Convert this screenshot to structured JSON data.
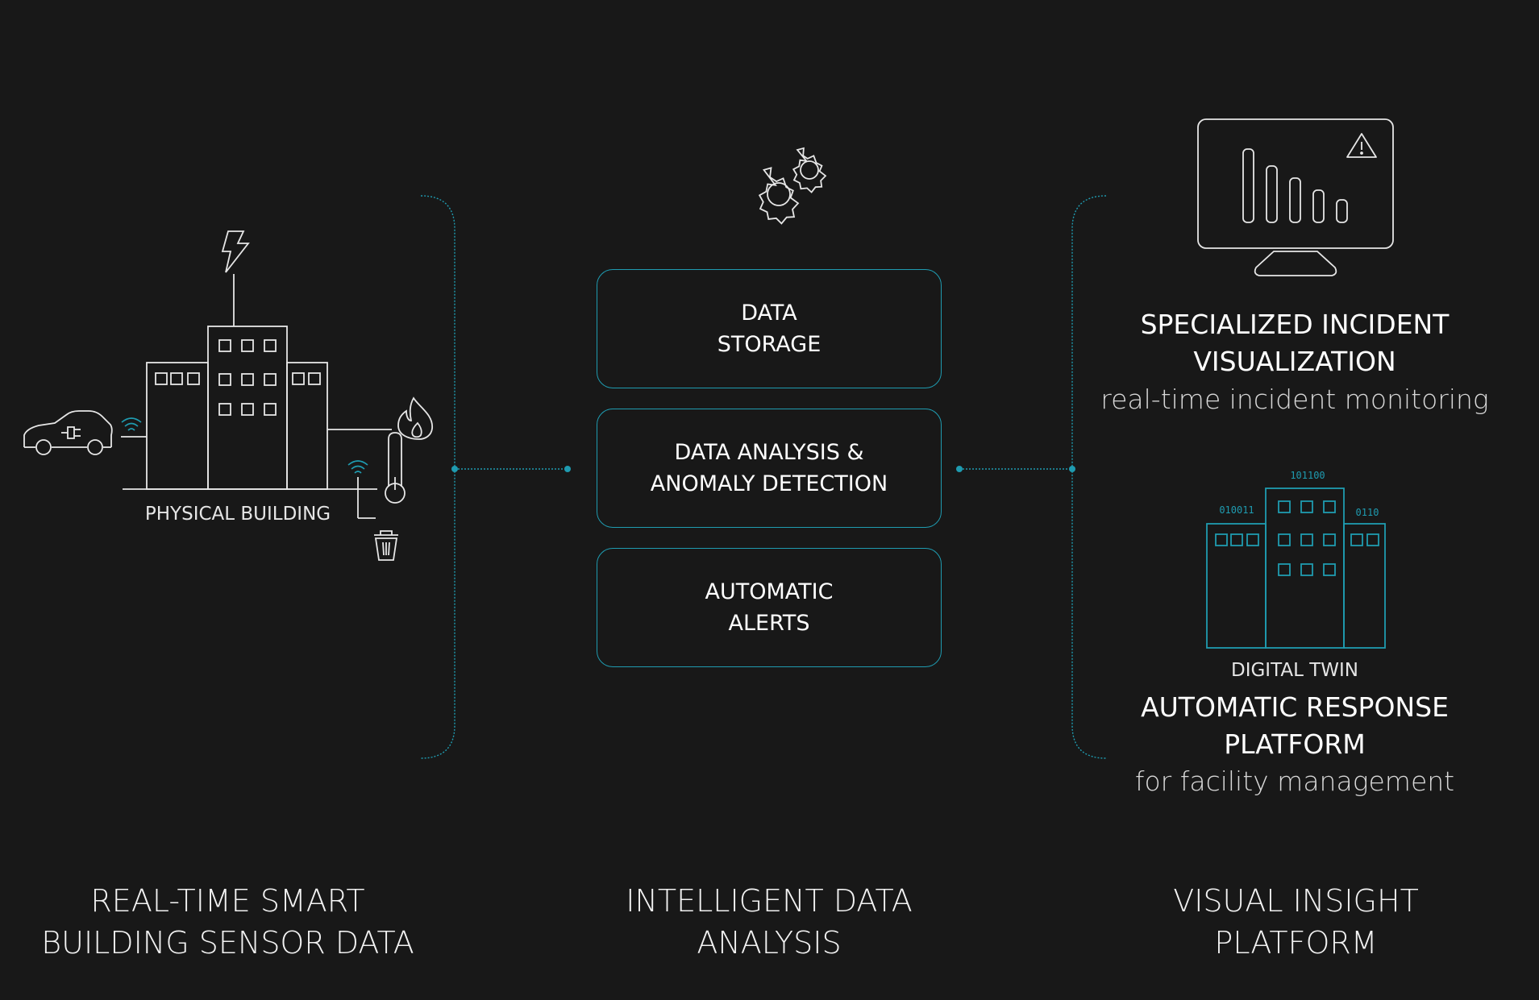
{
  "left": {
    "building_label": "PHYSICAL BUILDING",
    "caption": "REAL-TIME SMART\nBUILDING SENSOR DATA"
  },
  "middle": {
    "boxes": [
      {
        "label": "DATA\nSTORAGE"
      },
      {
        "label": "DATA ANALYSIS &\nANOMALY DETECTION"
      },
      {
        "label": "AUTOMATIC\nALERTS"
      }
    ],
    "caption": "INTELLIGENT DATA\nANALYSIS"
  },
  "right": {
    "monitor_title": "SPECIALIZED INCIDENT\nVISUALIZATION",
    "monitor_subtitle": "real-time incident monitoring",
    "twin_label": "DIGITAL TWIN",
    "twin_binary": [
      "101100",
      "010011",
      "0110"
    ],
    "platform_title": "AUTOMATIC RESPONSE\nPLATFORM",
    "platform_subtitle": "for facility management",
    "caption": "VISUAL INSIGHT\nPLATFORM"
  },
  "icons": [
    "lightning-icon",
    "car-icon",
    "wifi-icon",
    "fire-icon",
    "thermometer-icon",
    "trash-icon",
    "gears-icon",
    "monitor-icon",
    "warning-icon"
  ],
  "colors": {
    "background": "#181818",
    "accent": "#1f9bb0",
    "line": "#e6e6e6",
    "text": "#ffffff"
  }
}
